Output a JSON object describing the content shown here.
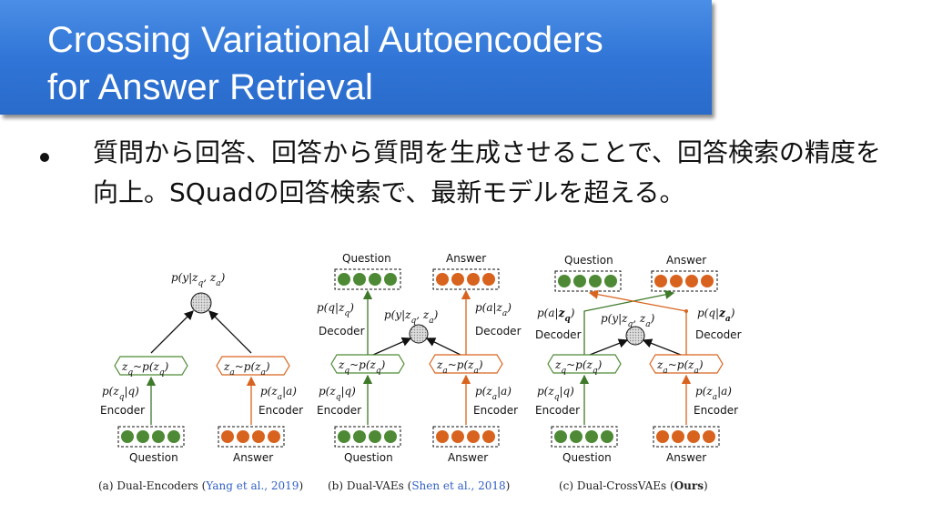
{
  "title": {
    "line1": "Crossing Variational Autoencoders",
    "line2": "for Answer Retrieval"
  },
  "bullet": {
    "text": "質問から回答、回答から質問を生成させることで、回答検索の精度を向上。SQuadの回答検索で、最新モデルを超える。"
  },
  "figure": {
    "colors": {
      "question_node": "#4e8a35",
      "answer_node": "#d8631e",
      "latent_node": "#cfcfcf"
    },
    "labels": {
      "question": "Question",
      "answer": "Answer",
      "encoder": "Encoder",
      "decoder": "Decoder",
      "p_y": "p(y|z",
      "p_y_sub": "q",
      "p_y_mid": ", z",
      "p_y_sub2": "a",
      "p_y_end": ")",
      "zq_box": "z",
      "zq_box_rest": "~p(z",
      "zq_box_end": ")",
      "p_zq_q": "p(z",
      "p_zq_q_rest": "|q)",
      "p_za_a": "p(z",
      "p_za_a_rest": "|a)",
      "p_q_zq": "p(q|z",
      "p_a_za": "p(a|z",
      "p_a_zq": "p(a|",
      "p_q_za": "p(q|",
      "close": ")",
      "sub_q": "q",
      "sub_a": "a",
      "bold_z": "z"
    },
    "captions": [
      {
        "prefix": "(a) Dual-Encoders (",
        "cite": "Yang et al., 2019",
        "suffix": ")"
      },
      {
        "prefix": "(b) Dual-VAEs (",
        "cite": "Shen et al., 2018",
        "suffix": ")"
      },
      {
        "prefix": "(c) Dual-CrossVAEs (",
        "cite": "Ours",
        "suffix": ")"
      }
    ]
  }
}
